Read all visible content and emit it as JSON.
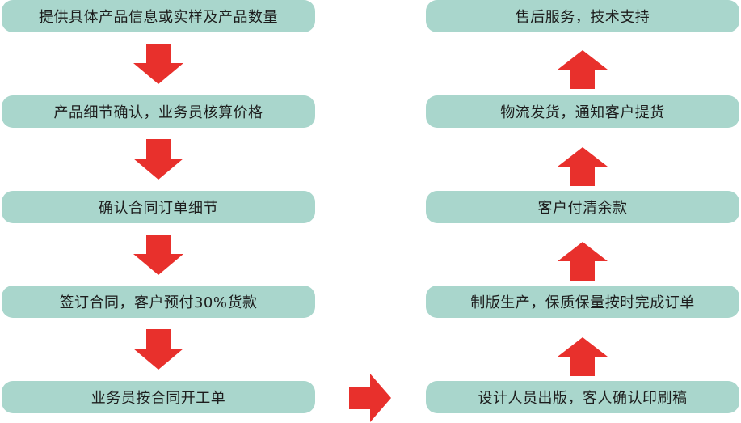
{
  "flow": {
    "left_steps": [
      {
        "label": "提供具体产品信息或实样及产品数量"
      },
      {
        "label": "产品细节确认，业务员核算价格"
      },
      {
        "label": "确认合同订单细节"
      },
      {
        "label": "签订合同，客户预付30%货款"
      },
      {
        "label": "业务员按合同开工单"
      }
    ],
    "right_steps": [
      {
        "label": "售后服务，技术支持"
      },
      {
        "label": "物流发货，通知客户提货"
      },
      {
        "label": "客户付清余款"
      },
      {
        "label": "制版生产，保质保量按时完成订单"
      },
      {
        "label": "设计人员出版，客人确认印刷稿"
      }
    ]
  },
  "colors": {
    "box_fill": "#a9d6cc",
    "arrow_fill": "#e8302c",
    "text": "#1d1d1d"
  },
  "icons": {
    "down_arrow": "arrow-down-icon",
    "up_arrow": "arrow-up-icon",
    "right_arrow": "arrow-right-icon"
  }
}
